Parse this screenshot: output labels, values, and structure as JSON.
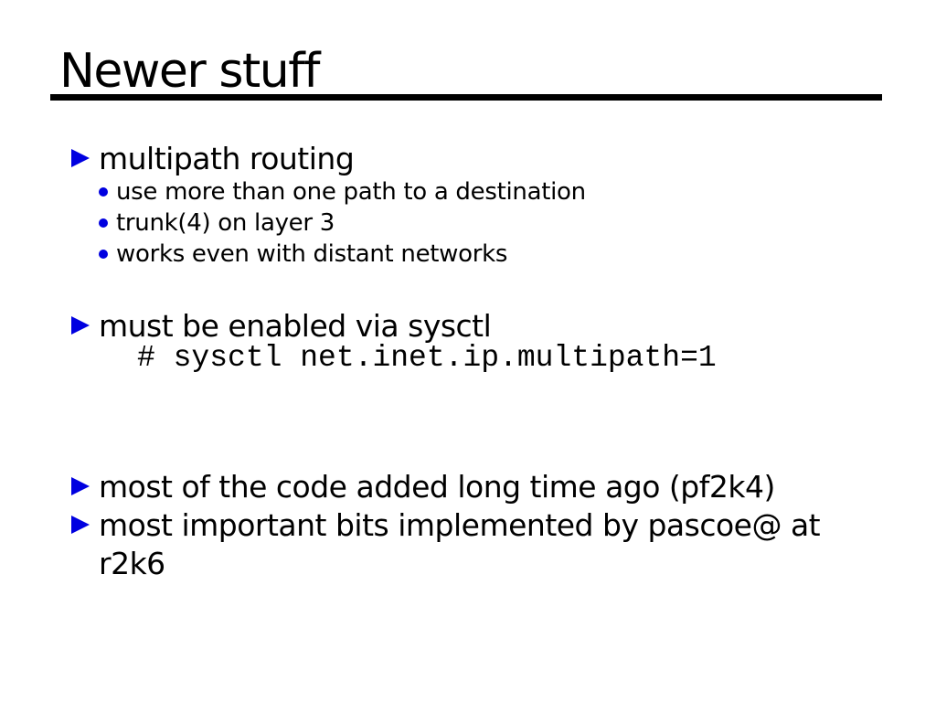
{
  "slide": {
    "title": "Newer stuff",
    "colors": {
      "bullet_blue": "#0000e0",
      "text": "#000000",
      "rule": "#000000",
      "background": "#ffffff"
    },
    "bullets": [
      {
        "label": "multipath routing",
        "subitems": [
          "use more than one path to a destination",
          "trunk(4) on layer 3",
          "works even with distant networks"
        ]
      },
      {
        "label": "must be enabled via sysctl",
        "code": "# sysctl net.inet.ip.multipath=1"
      },
      {
        "label": "most of the code added long time ago (pf2k4)"
      },
      {
        "label": "most important bits implemented by pascoe@ at r2k6"
      }
    ]
  }
}
